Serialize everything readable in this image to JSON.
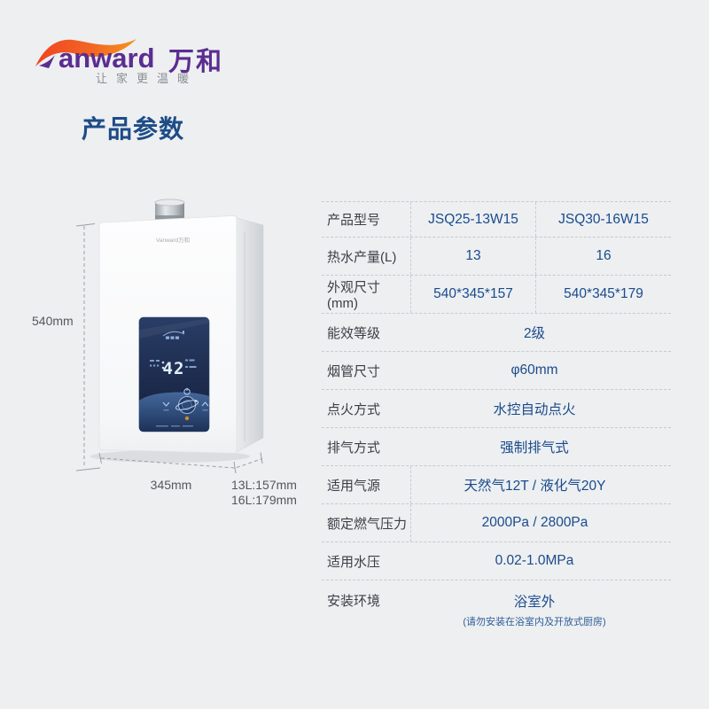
{
  "brand": {
    "logo_anward": "anward",
    "logo_wanhe": "万和",
    "tagline": "让家更温暖",
    "purple": "#5b2d90",
    "orange": "#f15a24"
  },
  "page_title": "产品参数",
  "product": {
    "unit_brand_label": "Vanward万和",
    "display": {
      "temperature": "42"
    },
    "dimensions": {
      "height": "540mm",
      "width": "345mm",
      "depth_13l": "13L:157mm",
      "depth_16l": "16L:179mm"
    }
  },
  "spec_table": {
    "accent_color": "#1a4b8c",
    "rows": [
      {
        "label": "产品型号",
        "values": [
          "JSQ25-13W15",
          "JSQ30-16W15"
        ]
      },
      {
        "label": "热水产量(L)",
        "values": [
          "13",
          "16"
        ]
      },
      {
        "label": "外观尺寸(mm)",
        "values": [
          "540*345*157",
          "540*345*179"
        ]
      },
      {
        "label": "能效等级",
        "value": "2级"
      },
      {
        "label": "烟管尺寸",
        "value": "φ60mm"
      },
      {
        "label": "点火方式",
        "value": "水控自动点火"
      },
      {
        "label": "排气方式",
        "value": "强制排气式"
      },
      {
        "label": "适用气源",
        "value": "天然气12T / 液化气20Y"
      },
      {
        "label": "额定燃气压力",
        "value": "2000Pa / 2800Pa"
      },
      {
        "label": "适用水压",
        "value": "0.02-1.0MPa"
      },
      {
        "label": "安装环境",
        "value": "浴室外",
        "note": "(请勿安装在浴室内及开放式厨房)"
      }
    ]
  }
}
